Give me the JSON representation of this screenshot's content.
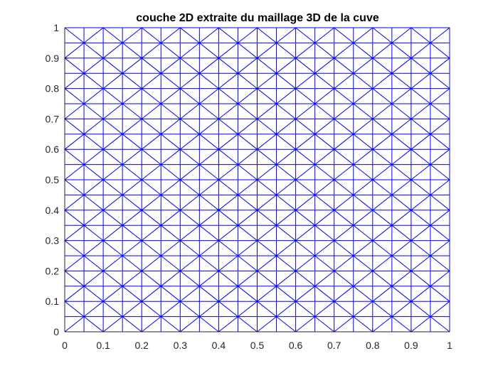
{
  "chart_data": {
    "type": "mesh",
    "title": "couche 2D extraite du maillage 3D de la cuve",
    "xlabel": "",
    "ylabel": "",
    "xlim": [
      0,
      1
    ],
    "ylim": [
      0,
      1
    ],
    "x_ticks": [
      "0",
      "0.1",
      "0.2",
      "0.3",
      "0.4",
      "0.5",
      "0.6",
      "0.7",
      "0.8",
      "0.9",
      "1"
    ],
    "y_ticks": [
      "0",
      "0.1",
      "0.2",
      "0.3",
      "0.4",
      "0.5",
      "0.6",
      "0.7",
      "0.8",
      "0.9",
      "1"
    ],
    "grid_divisions": {
      "x": 20,
      "y": 20
    },
    "diagonals": "alternating",
    "line_color": "#0000ff",
    "axis_color": "#262626",
    "background_color": "#ffffff"
  }
}
